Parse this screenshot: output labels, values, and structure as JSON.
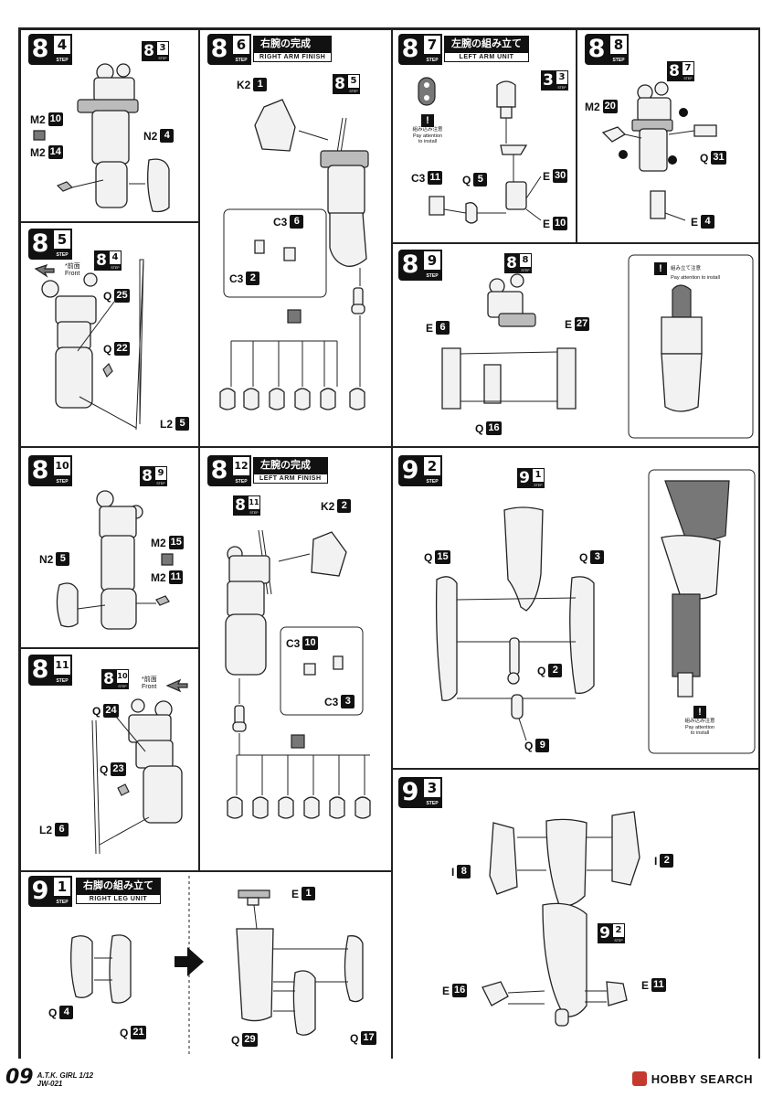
{
  "steps": {
    "s8_4": {
      "major": "8",
      "minor": "4",
      "step_label": "STEP"
    },
    "s8_5": {
      "major": "8",
      "minor": "5",
      "step_label": "STEP"
    },
    "s8_6": {
      "major": "8",
      "minor": "6",
      "step_label": "STEP",
      "title_jp": "右腕の完成",
      "title_en": "RIGHT ARM FINISH"
    },
    "s8_7": {
      "major": "8",
      "minor": "7",
      "step_label": "STEP",
      "title_jp": "左腕の組み立て",
      "title_en": "LEFT ARM UNIT"
    },
    "s8_8": {
      "major": "8",
      "minor": "8",
      "step_label": "STEP"
    },
    "s8_9": {
      "major": "8",
      "minor": "9",
      "step_label": "STEP"
    },
    "s8_10": {
      "major": "8",
      "minor": "10",
      "step_label": "STEP"
    },
    "s8_11": {
      "major": "8",
      "minor": "11",
      "step_label": "STEP"
    },
    "s8_12": {
      "major": "8",
      "minor": "12",
      "step_label": "STEP",
      "title_jp": "左腕の完成",
      "title_en": "LEFT ARM FINISH"
    },
    "s9_1": {
      "major": "9",
      "minor": "1",
      "step_label": "STEP",
      "title_jp": "右脚の組み立て",
      "title_en": "RIGHT LEG UNIT"
    },
    "s9_2": {
      "major": "9",
      "minor": "2",
      "step_label": "STEP"
    },
    "s9_3": {
      "major": "9",
      "minor": "3",
      "step_label": "STEP"
    }
  },
  "refs": {
    "r8_3a": {
      "major": "8",
      "minor": "3",
      "label": "STEP"
    },
    "r8_5": {
      "major": "8",
      "minor": "5",
      "label": "STEP"
    },
    "r3_3": {
      "major": "3",
      "minor": "3",
      "label": "STEP"
    },
    "r8_7": {
      "major": "8",
      "minor": "7",
      "label": "STEP"
    },
    "r8_4": {
      "major": "8",
      "minor": "4",
      "label": "STEP"
    },
    "r8_8": {
      "major": "8",
      "minor": "8",
      "label": "STEP"
    },
    "r8_9": {
      "major": "8",
      "minor": "9",
      "label": "STEP"
    },
    "r8_11": {
      "major": "8",
      "minor": "11",
      "label": "STEP"
    },
    "r8_10": {
      "major": "8",
      "minor": "10",
      "label": "STEP"
    },
    "r9_1": {
      "major": "9",
      "minor": "1",
      "label": "STEP"
    },
    "r9_2": {
      "major": "9",
      "minor": "2",
      "label": "STEP"
    }
  },
  "parts": {
    "p84_m2a": {
      "runner": "M2",
      "num": "10"
    },
    "p84_m2b": {
      "runner": "M2",
      "num": "14"
    },
    "p84_n2": {
      "runner": "N2",
      "num": "4"
    },
    "p85_q25": {
      "runner": "Q",
      "num": "25"
    },
    "p85_q22": {
      "runner": "Q",
      "num": "22"
    },
    "p85_l2": {
      "runner": "L2",
      "num": "5"
    },
    "p86_k2": {
      "runner": "K2",
      "num": "1"
    },
    "p86_c3a": {
      "runner": "C3",
      "num": "6"
    },
    "p86_c3b": {
      "runner": "C3",
      "num": "2"
    },
    "p87_c3": {
      "runner": "C3",
      "num": "11"
    },
    "p87_q5": {
      "runner": "Q",
      "num": "5"
    },
    "p87_e30": {
      "runner": "E",
      "num": "30"
    },
    "p87_e10": {
      "runner": "E",
      "num": "10"
    },
    "p88_m2": {
      "runner": "M2",
      "num": "20"
    },
    "p88_q31": {
      "runner": "Q",
      "num": "31"
    },
    "p88_e4": {
      "runner": "E",
      "num": "4"
    },
    "p89_e6": {
      "runner": "E",
      "num": "6"
    },
    "p89_e27": {
      "runner": "E",
      "num": "27"
    },
    "p89_q16": {
      "runner": "Q",
      "num": "16"
    },
    "p810_n2": {
      "runner": "N2",
      "num": "5"
    },
    "p810_m2a": {
      "runner": "M2",
      "num": "15"
    },
    "p810_m2b": {
      "runner": "M2",
      "num": "11"
    },
    "p811_q24": {
      "runner": "Q",
      "num": "24"
    },
    "p811_q23": {
      "runner": "Q",
      "num": "23"
    },
    "p811_l2": {
      "runner": "L2",
      "num": "6"
    },
    "p812_k2": {
      "runner": "K2",
      "num": "2"
    },
    "p812_c3a": {
      "runner": "C3",
      "num": "10"
    },
    "p812_c3b": {
      "runner": "C3",
      "num": "3"
    },
    "p92_q15": {
      "runner": "Q",
      "num": "15"
    },
    "p92_q3": {
      "runner": "Q",
      "num": "3"
    },
    "p92_q2": {
      "runner": "Q",
      "num": "2"
    },
    "p92_q9": {
      "runner": "Q",
      "num": "9"
    },
    "p91_q4": {
      "runner": "Q",
      "num": "4"
    },
    "p91_q21": {
      "runner": "Q",
      "num": "21"
    },
    "p91_e1": {
      "runner": "E",
      "num": "1"
    },
    "p91_q29": {
      "runner": "Q",
      "num": "29"
    },
    "p91_q17": {
      "runner": "Q",
      "num": "17"
    },
    "p93_i8": {
      "runner": "I",
      "num": "8"
    },
    "p93_i2": {
      "runner": "I",
      "num": "2"
    },
    "p93_e16": {
      "runner": "E",
      "num": "16"
    },
    "p93_e11": {
      "runner": "E",
      "num": "11"
    }
  },
  "notes": {
    "front_jp": "*前面",
    "front_en": "Front",
    "attention_jp": "組み立て注意",
    "attention_en": "Pay attention to install",
    "attention_icon": "!",
    "attention_jp_small": "組み込み注意",
    "attention_en_small_1": "Pay attention",
    "attention_en_small_2": "to install"
  },
  "footer": {
    "page_number": "09",
    "product_line_1": "A.T.K. GIRL 1/12",
    "product_line_2": "JW-021",
    "watermark": "HOBBY SEARCH"
  },
  "colors": {
    "ink": "#111111",
    "paper": "#ffffff",
    "watermark_accent": "#c53a2e"
  }
}
